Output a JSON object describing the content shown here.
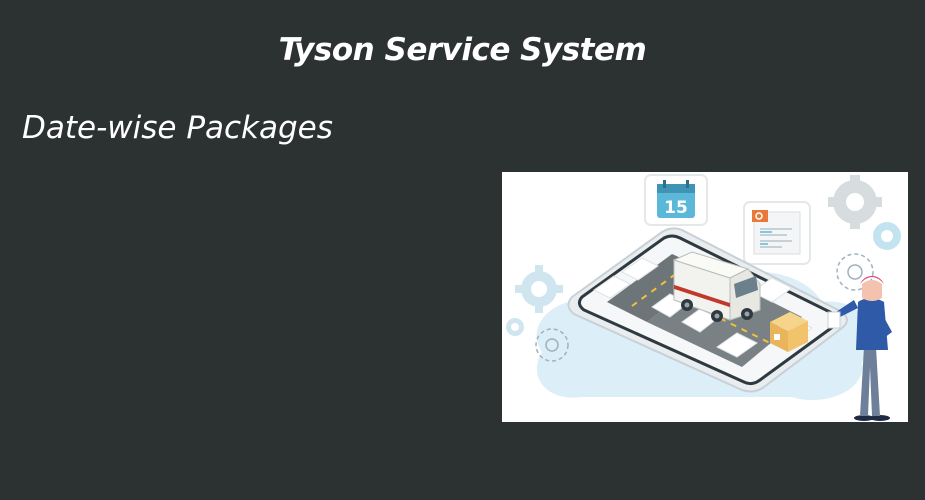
{
  "header": {
    "title": "Tyson Service System"
  },
  "main": {
    "section_title": "Date-wise Packages",
    "illustration": {
      "icon": "delivery-truck-smartphone-illustration",
      "calendar_day": "15"
    }
  },
  "colors": {
    "background": "#2b3231",
    "text": "#ffffff",
    "illustration_bg": "#ffffff",
    "accent_blue": "#5bb8d8",
    "accent_orange": "#e8793a",
    "package_yellow": "#f1c36a"
  }
}
